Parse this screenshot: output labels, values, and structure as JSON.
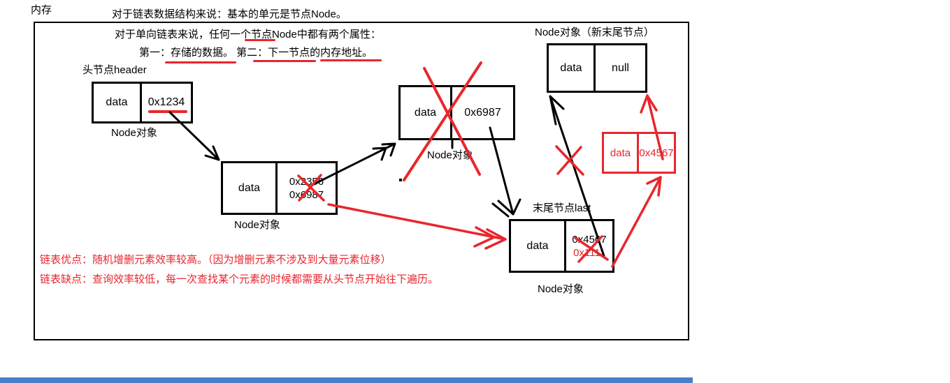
{
  "title_area": {
    "memory": "内存",
    "intro": "对于链表数据结构来说：基本的单元是节点Node。"
  },
  "notes": {
    "line1": "对于单向链表来说，任何一个节点Node中都有两个属性：",
    "line2": "第一：存储的数据。 第二：下一节点的内存地址。",
    "advantage": "链表优点：随机增删元素效率较高。（因为增删元素不涉及到大量元素位移）",
    "disadvantage": "链表缺点：查询效率较低，每一次查找某个元素的时候都需要从头节点开始往下遍历。"
  },
  "labels": {
    "header_node": "头节点header",
    "node_object": "Node对象",
    "new_tail_node": "Node对象（新末尾节点）",
    "tail_node": "末尾节点last"
  },
  "nodes": {
    "head": {
      "data": "data",
      "next": "0x1234"
    },
    "second": {
      "data": "data",
      "next_old": "0x2356",
      "next_new": "0x6987"
    },
    "deleted": {
      "data": "data",
      "next": "0x6987"
    },
    "new_tail": {
      "data": "data",
      "next": "null"
    },
    "new_tail_red": {
      "data": "data",
      "next": "0x4567"
    },
    "last": {
      "data": "data",
      "next_old": "0x4567",
      "next_new": "0x1111"
    }
  },
  "annotations": {
    "underlined_terms": [
      "Node",
      "存储的数据",
      "下一节点的内存地址",
      "0x1234"
    ],
    "crossed_out": [
      "0x2356",
      "0x4567",
      "deleted-node",
      "arrow-last-old-to-newtail"
    ]
  },
  "colors": {
    "ink_black": "#000000",
    "marker_red": "#e8262d",
    "progress_blue": "#4b7ec8"
  }
}
